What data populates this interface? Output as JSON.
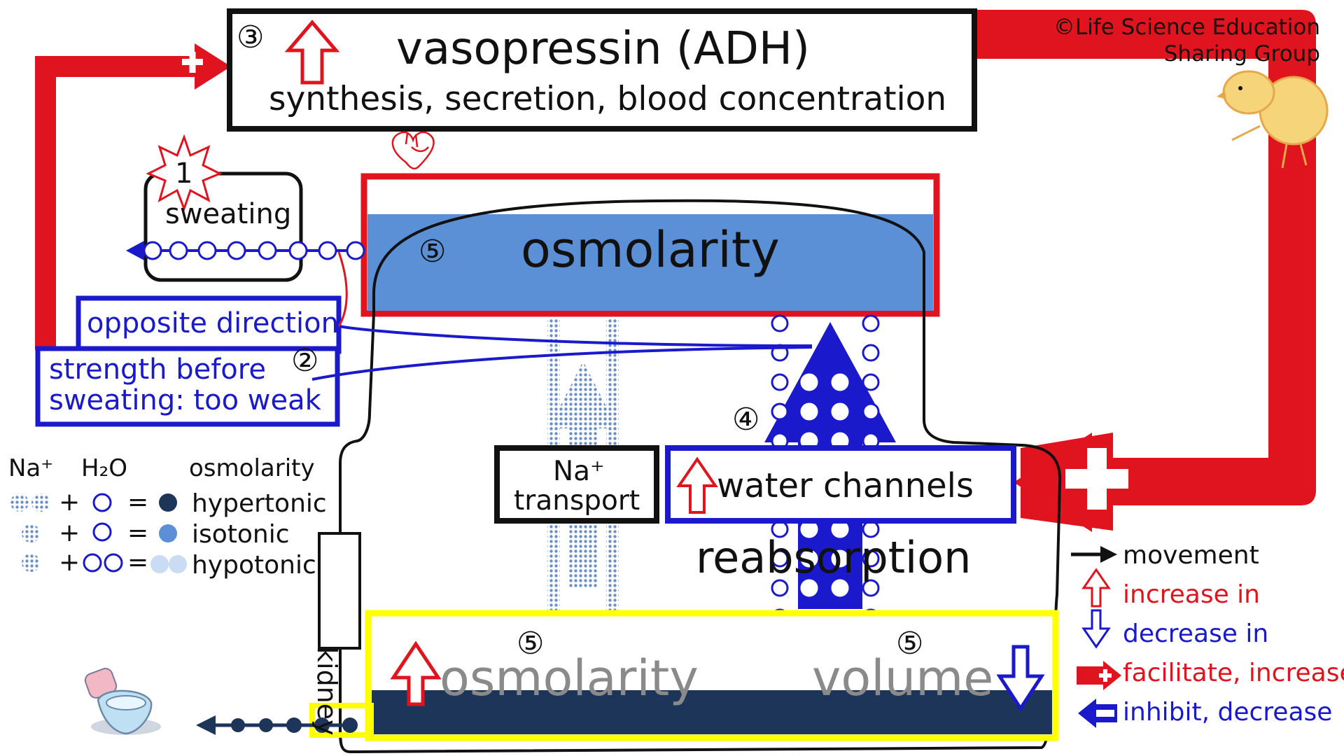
{
  "copyright": [
    "©Life Science Education",
    "Sharing Group"
  ],
  "adh_box": {
    "number": "③",
    "title": "vasopressin (ADH)",
    "subtitle": "synthesis, secretion, blood concentration"
  },
  "sweating": {
    "number": "1",
    "label": "sweating"
  },
  "blood": {
    "number": "⑤",
    "label": "osmolarity"
  },
  "notes": {
    "opposite": "opposite direction",
    "strength_line1": "strength before",
    "strength_line2": "sweating: too weak",
    "number": "②"
  },
  "kidney": {
    "label": "kidney",
    "na_transport_line1": "Na⁺",
    "na_transport_line2": "transport",
    "water_channels": "water channels",
    "water_number": "④",
    "reabsorption": "reabsorption"
  },
  "urine": {
    "osm_number": "⑤",
    "osm_label": "osmolarity",
    "vol_number": "⑤",
    "vol_label": "volume"
  },
  "key_left": {
    "headers": {
      "na": "Na⁺",
      "h2o": "H₂O",
      "osm": "osmolarity"
    },
    "rows": [
      {
        "plus": "+",
        "eq": "=",
        "label": "hypertonic"
      },
      {
        "plus": "+",
        "eq": "=",
        "label": "isotonic"
      },
      {
        "plus": "+",
        "eq": "=",
        "label": "hypotonic"
      }
    ]
  },
  "key_right": [
    {
      "label": "movement",
      "icon": "black-arrow-icon",
      "color": "#111111"
    },
    {
      "label": "increase in",
      "icon": "red-up-arrow-icon",
      "color": "#e0141e"
    },
    {
      "label": "decrease in",
      "icon": "blue-down-arrow-icon",
      "color": "#1a1acc"
    },
    {
      "label": "facilitate, increase",
      "icon": "red-plus-arrow-icon",
      "color": "#e0141e"
    },
    {
      "label": "inhibit, decrease",
      "icon": "blue-left-arrow-icon",
      "color": "#1a1acc"
    }
  ],
  "colors": {
    "red": "#e0141e",
    "blue": "#1a1acc",
    "plasma": "#5b8fd6",
    "urine": "#1c3558",
    "yellow": "#ffff00",
    "dot": "#6b90c8"
  }
}
